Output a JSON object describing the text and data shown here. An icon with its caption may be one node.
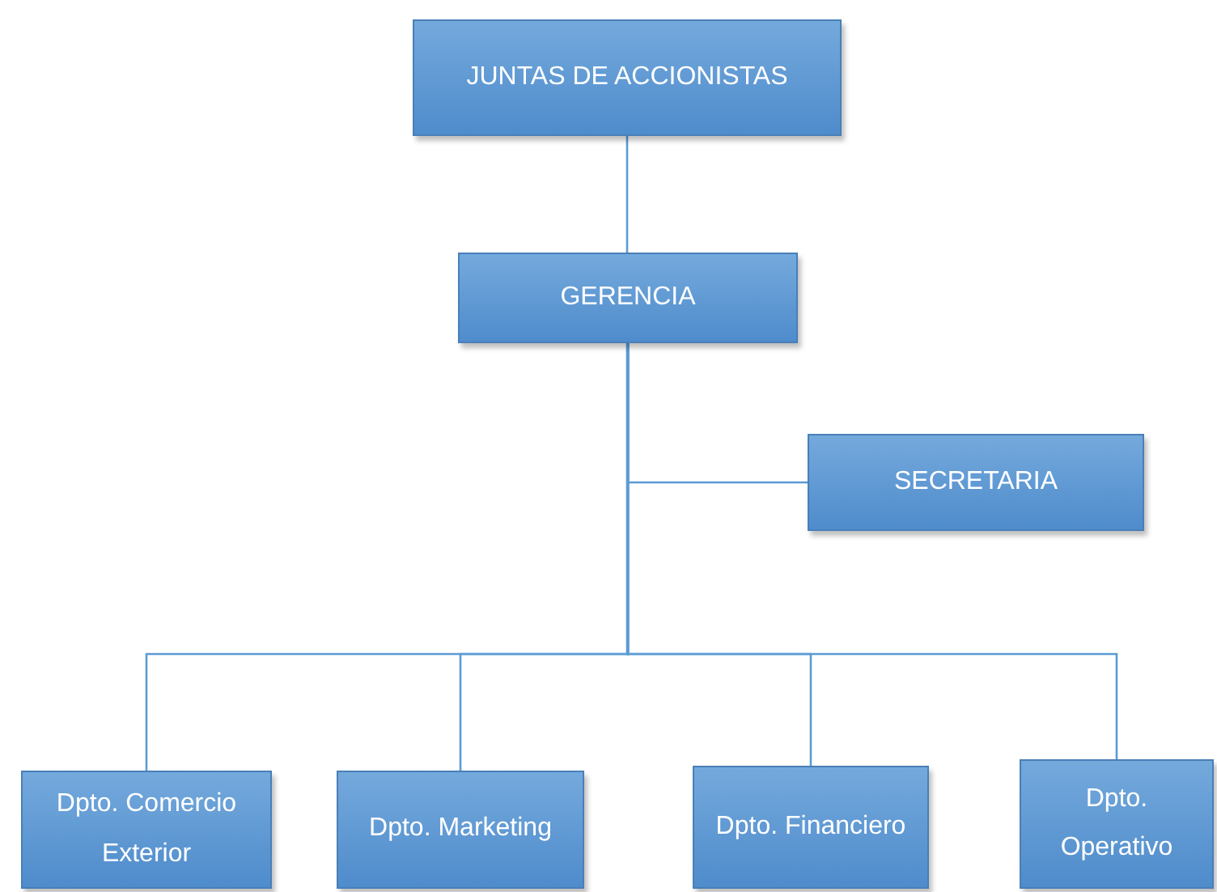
{
  "diagram": {
    "nodes": [
      {
        "text": [
          "JUNTAS DE ACCIONISTAS"
        ]
      },
      {
        "text": [
          "GERENCIA"
        ]
      },
      {
        "text": [
          "SECRETARIA"
        ]
      },
      {
        "text": [
          "Dpto. Comercio Exterior"
        ]
      },
      {
        "text": [
          "Dpto. Marketing"
        ]
      },
      {
        "text": [
          "Dpto. Financiero"
        ]
      },
      {
        "text": [
          "Dpto. Operativo"
        ]
      }
    ],
    "edges": [
      {
        "from": 0,
        "to": 1,
        "arrow": "none"
      },
      {
        "from": 1,
        "to": 2,
        "arrow": "none"
      },
      {
        "from": 1,
        "to": 3,
        "arrow": "none"
      },
      {
        "from": 1,
        "to": 4,
        "arrow": "none"
      },
      {
        "from": 1,
        "to": 5,
        "arrow": "none"
      },
      {
        "from": 1,
        "to": 6,
        "arrow": "none"
      }
    ]
  }
}
